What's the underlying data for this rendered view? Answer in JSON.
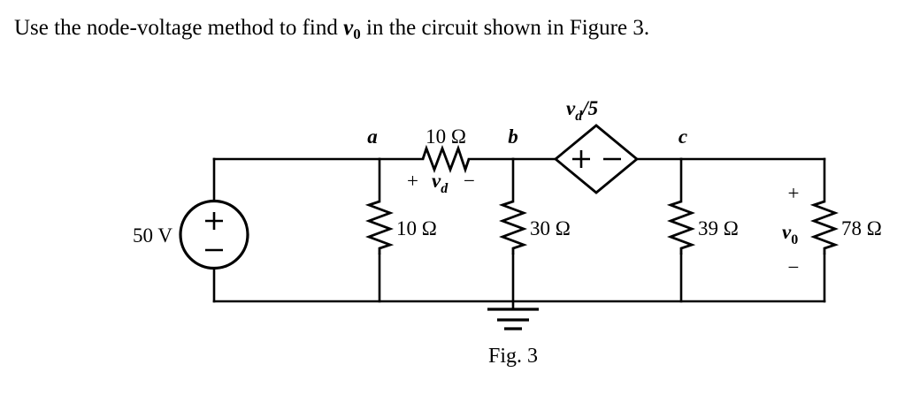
{
  "problem": {
    "text_part1": "Use the node-voltage method to find",
    "variable": "v",
    "variable_sub": "0",
    "text_part2": "in the circuit shown in Figure 3."
  },
  "figure": {
    "caption": "Fig. 3",
    "ink_color": "#000000",
    "background_color": "#ffffff"
  },
  "circuit": {
    "source_independent": {
      "label": "50 V",
      "plus": "+",
      "minus": "−",
      "type": "independent-voltage-source"
    },
    "source_dependent": {
      "label_var": "v",
      "label_sub": "d",
      "label_div": "/5",
      "plus": "+",
      "minus": "−",
      "type": "dependent-voltage-source"
    },
    "nodes": [
      {
        "name": "a"
      },
      {
        "name": "b"
      },
      {
        "name": "c"
      }
    ],
    "resistors": [
      {
        "id": "r-series-10",
        "value": "10 Ω",
        "orientation": "horizontal"
      },
      {
        "id": "r-shunt-10",
        "value": "10 Ω",
        "orientation": "vertical"
      },
      {
        "id": "r-shunt-30",
        "value": "30 Ω",
        "orientation": "vertical"
      },
      {
        "id": "r-shunt-39",
        "value": "39 Ω",
        "orientation": "vertical"
      },
      {
        "id": "r-shunt-78",
        "value": "78 Ω",
        "orientation": "vertical"
      }
    ],
    "annotation_vd": {
      "plus": "+",
      "var": "v",
      "sub": "d",
      "minus": "−"
    },
    "annotation_vo": {
      "plus": "+",
      "var": "v",
      "sub": "0",
      "minus": "−"
    },
    "ground": {
      "label": "ground-symbol"
    }
  }
}
